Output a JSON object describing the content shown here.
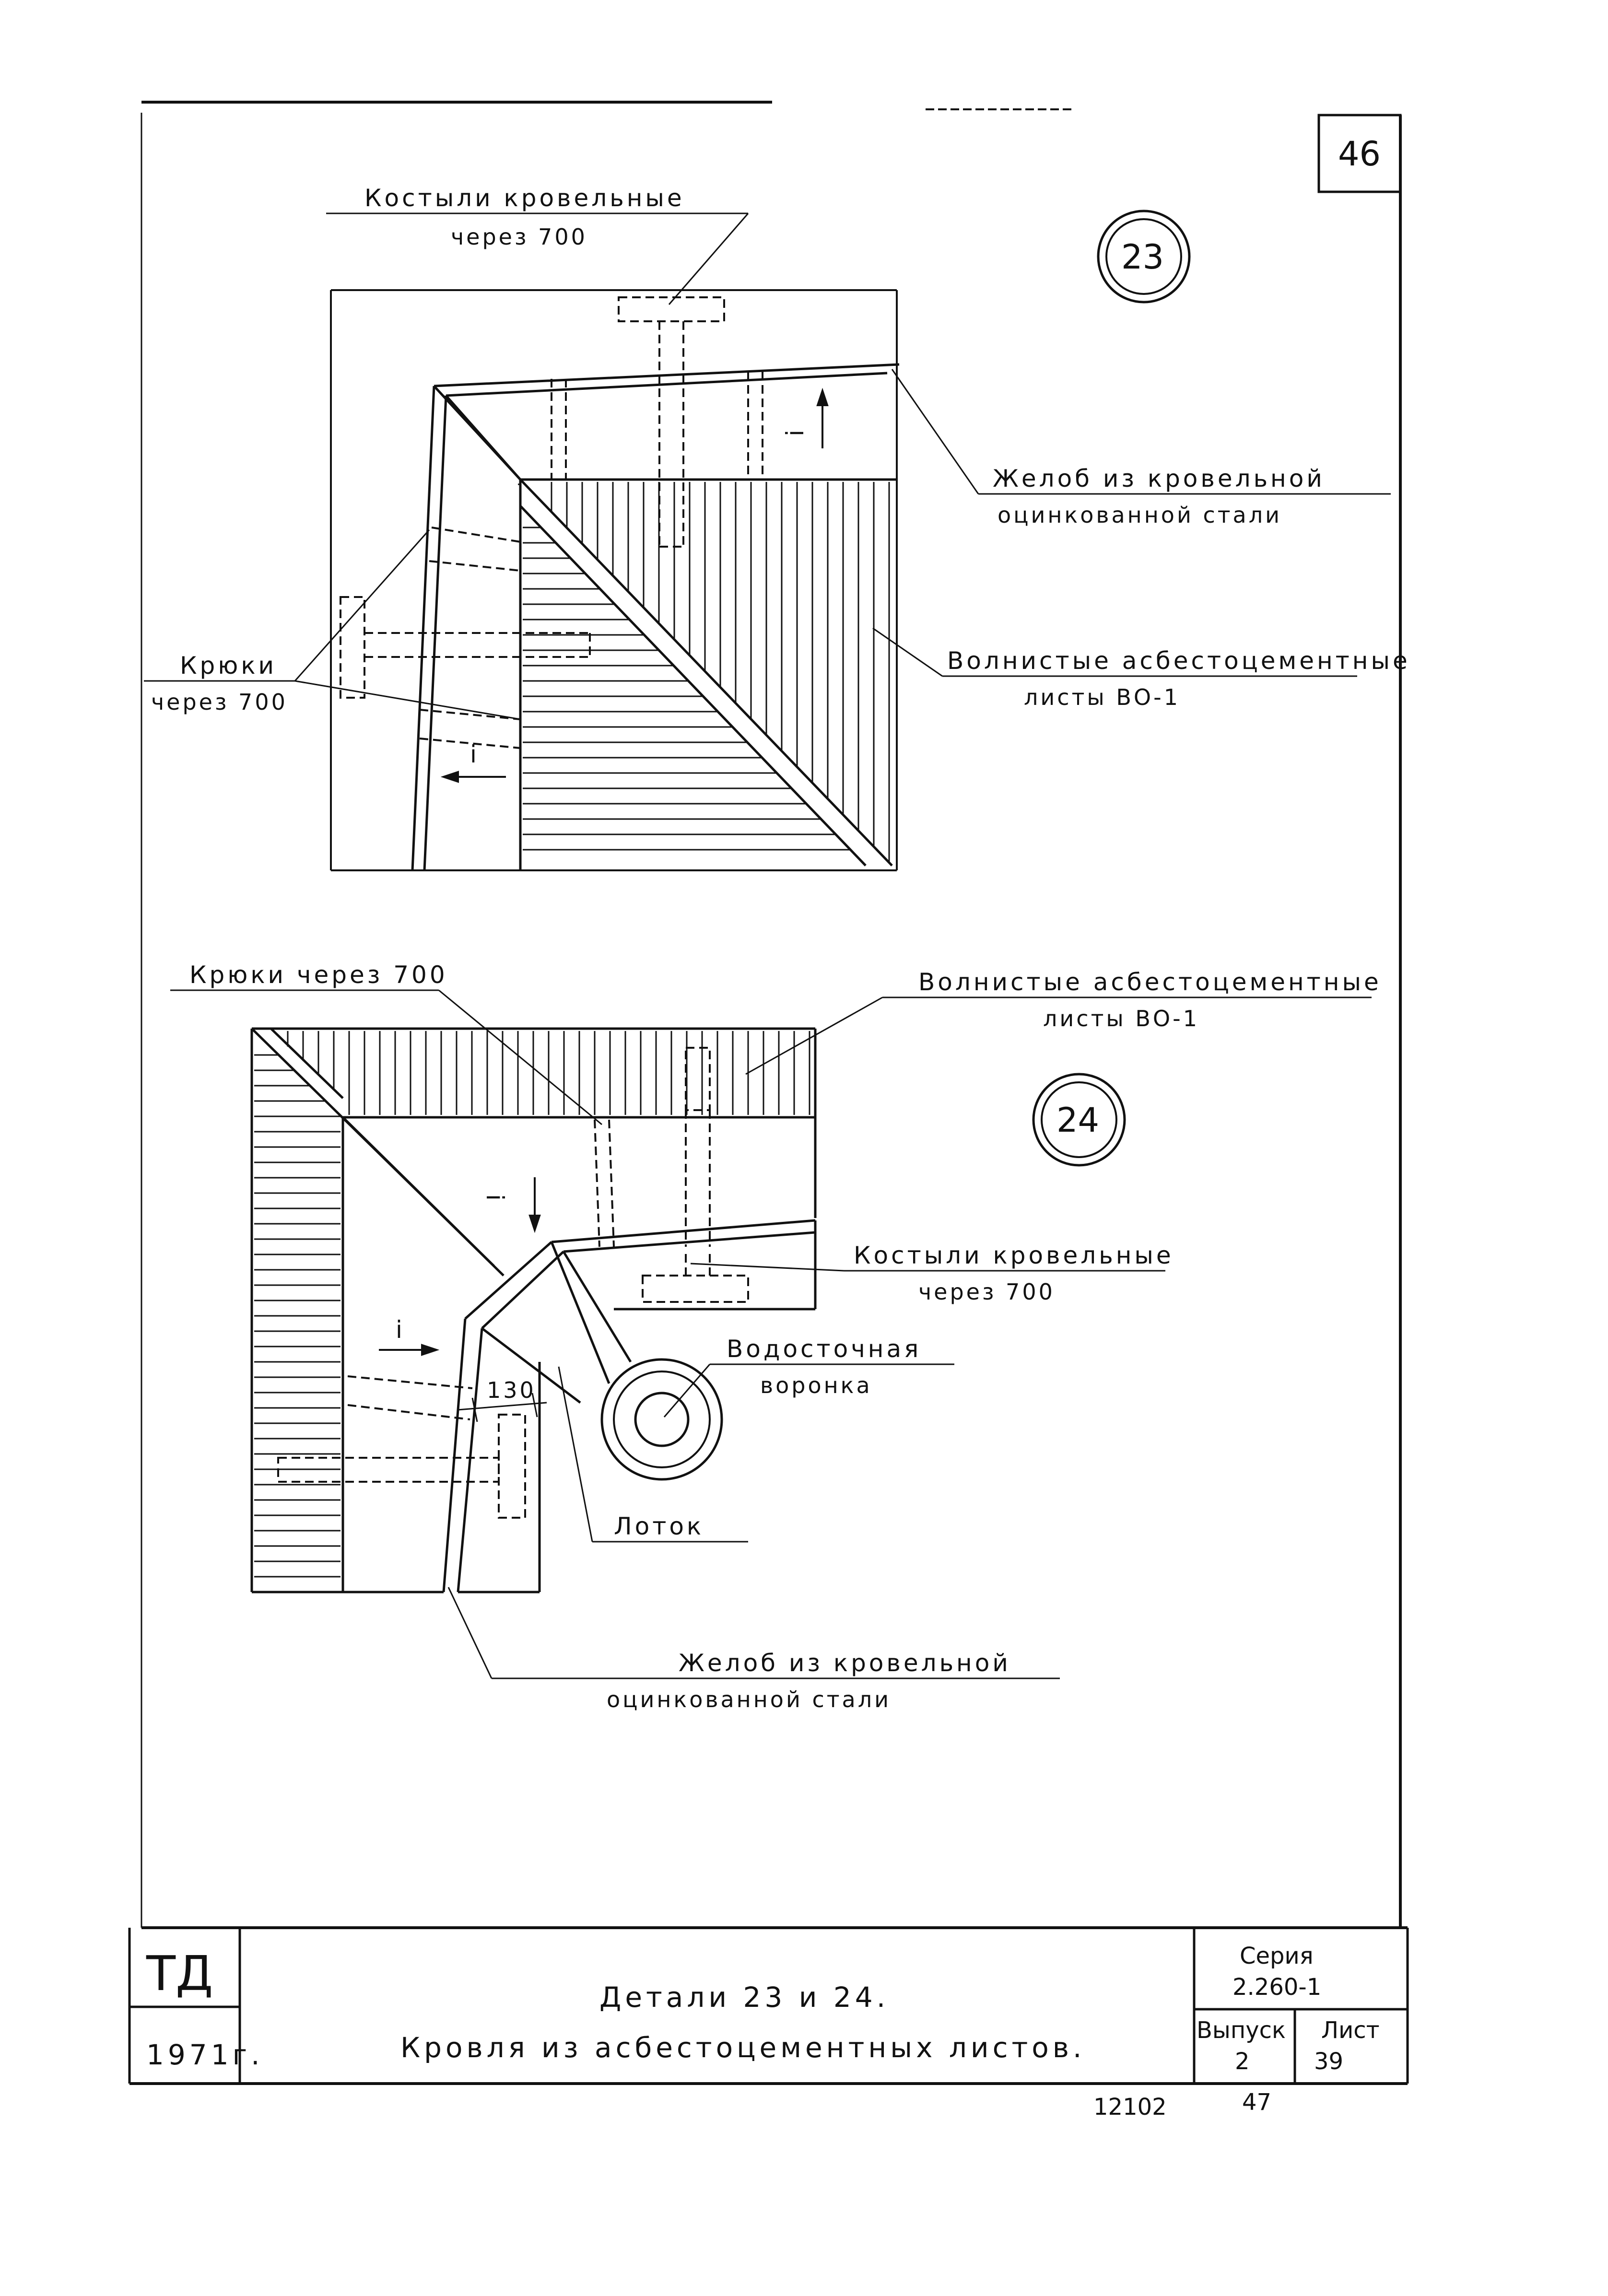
{
  "sheet": {
    "page_number": "46",
    "footer_code": "12102",
    "footer_page": "47"
  },
  "detail_23": {
    "marker": "23",
    "label_kostyli_line1": "Костыли кровельные",
    "label_kostyli_line2": "через 700",
    "label_zheloB_line1": "Желоб из кровельной",
    "label_zheloB_line2": "оцинкованной стали",
    "label_volnistye_line1": "Волнистые асбестоцементные",
    "label_volnistye_line2": "листы ВО-1",
    "label_kryuki_line1": "Крюки",
    "label_kryuki_line2": "через 700",
    "slope_symbol_1": "i",
    "slope_symbol_2": "i"
  },
  "detail_24": {
    "marker": "24",
    "label_kryuki": "Крюки через 700",
    "label_volnistye_line1": "Волнистые асбестоцементные",
    "label_volnistye_line2": "листы ВО-1",
    "label_kostyli_line1": "Костыли кровельные",
    "label_kostyli_line2": "через 700",
    "label_vodostochnaya_line1": "Водосточная",
    "label_vodostochnaya_line2": "воронка",
    "label_dimension": "130",
    "label_lotok": "Лоток",
    "label_zheloB_line1": "Желоб из кровельной",
    "label_zheloB_line2": "оцинкованной стали",
    "slope_symbol_1": "i",
    "slope_symbol_2": "i"
  },
  "title_block": {
    "org": "ТД",
    "year": "1971г.",
    "title_line1": "Детали 23 и 24.",
    "title_line2": "Кровля из асбестоцементных листов.",
    "series_label": "Серия",
    "series_value": "2.260-1",
    "issue_label": "Выпуск",
    "issue_value": "2",
    "sheet_label": "Лист",
    "sheet_value": "39"
  }
}
